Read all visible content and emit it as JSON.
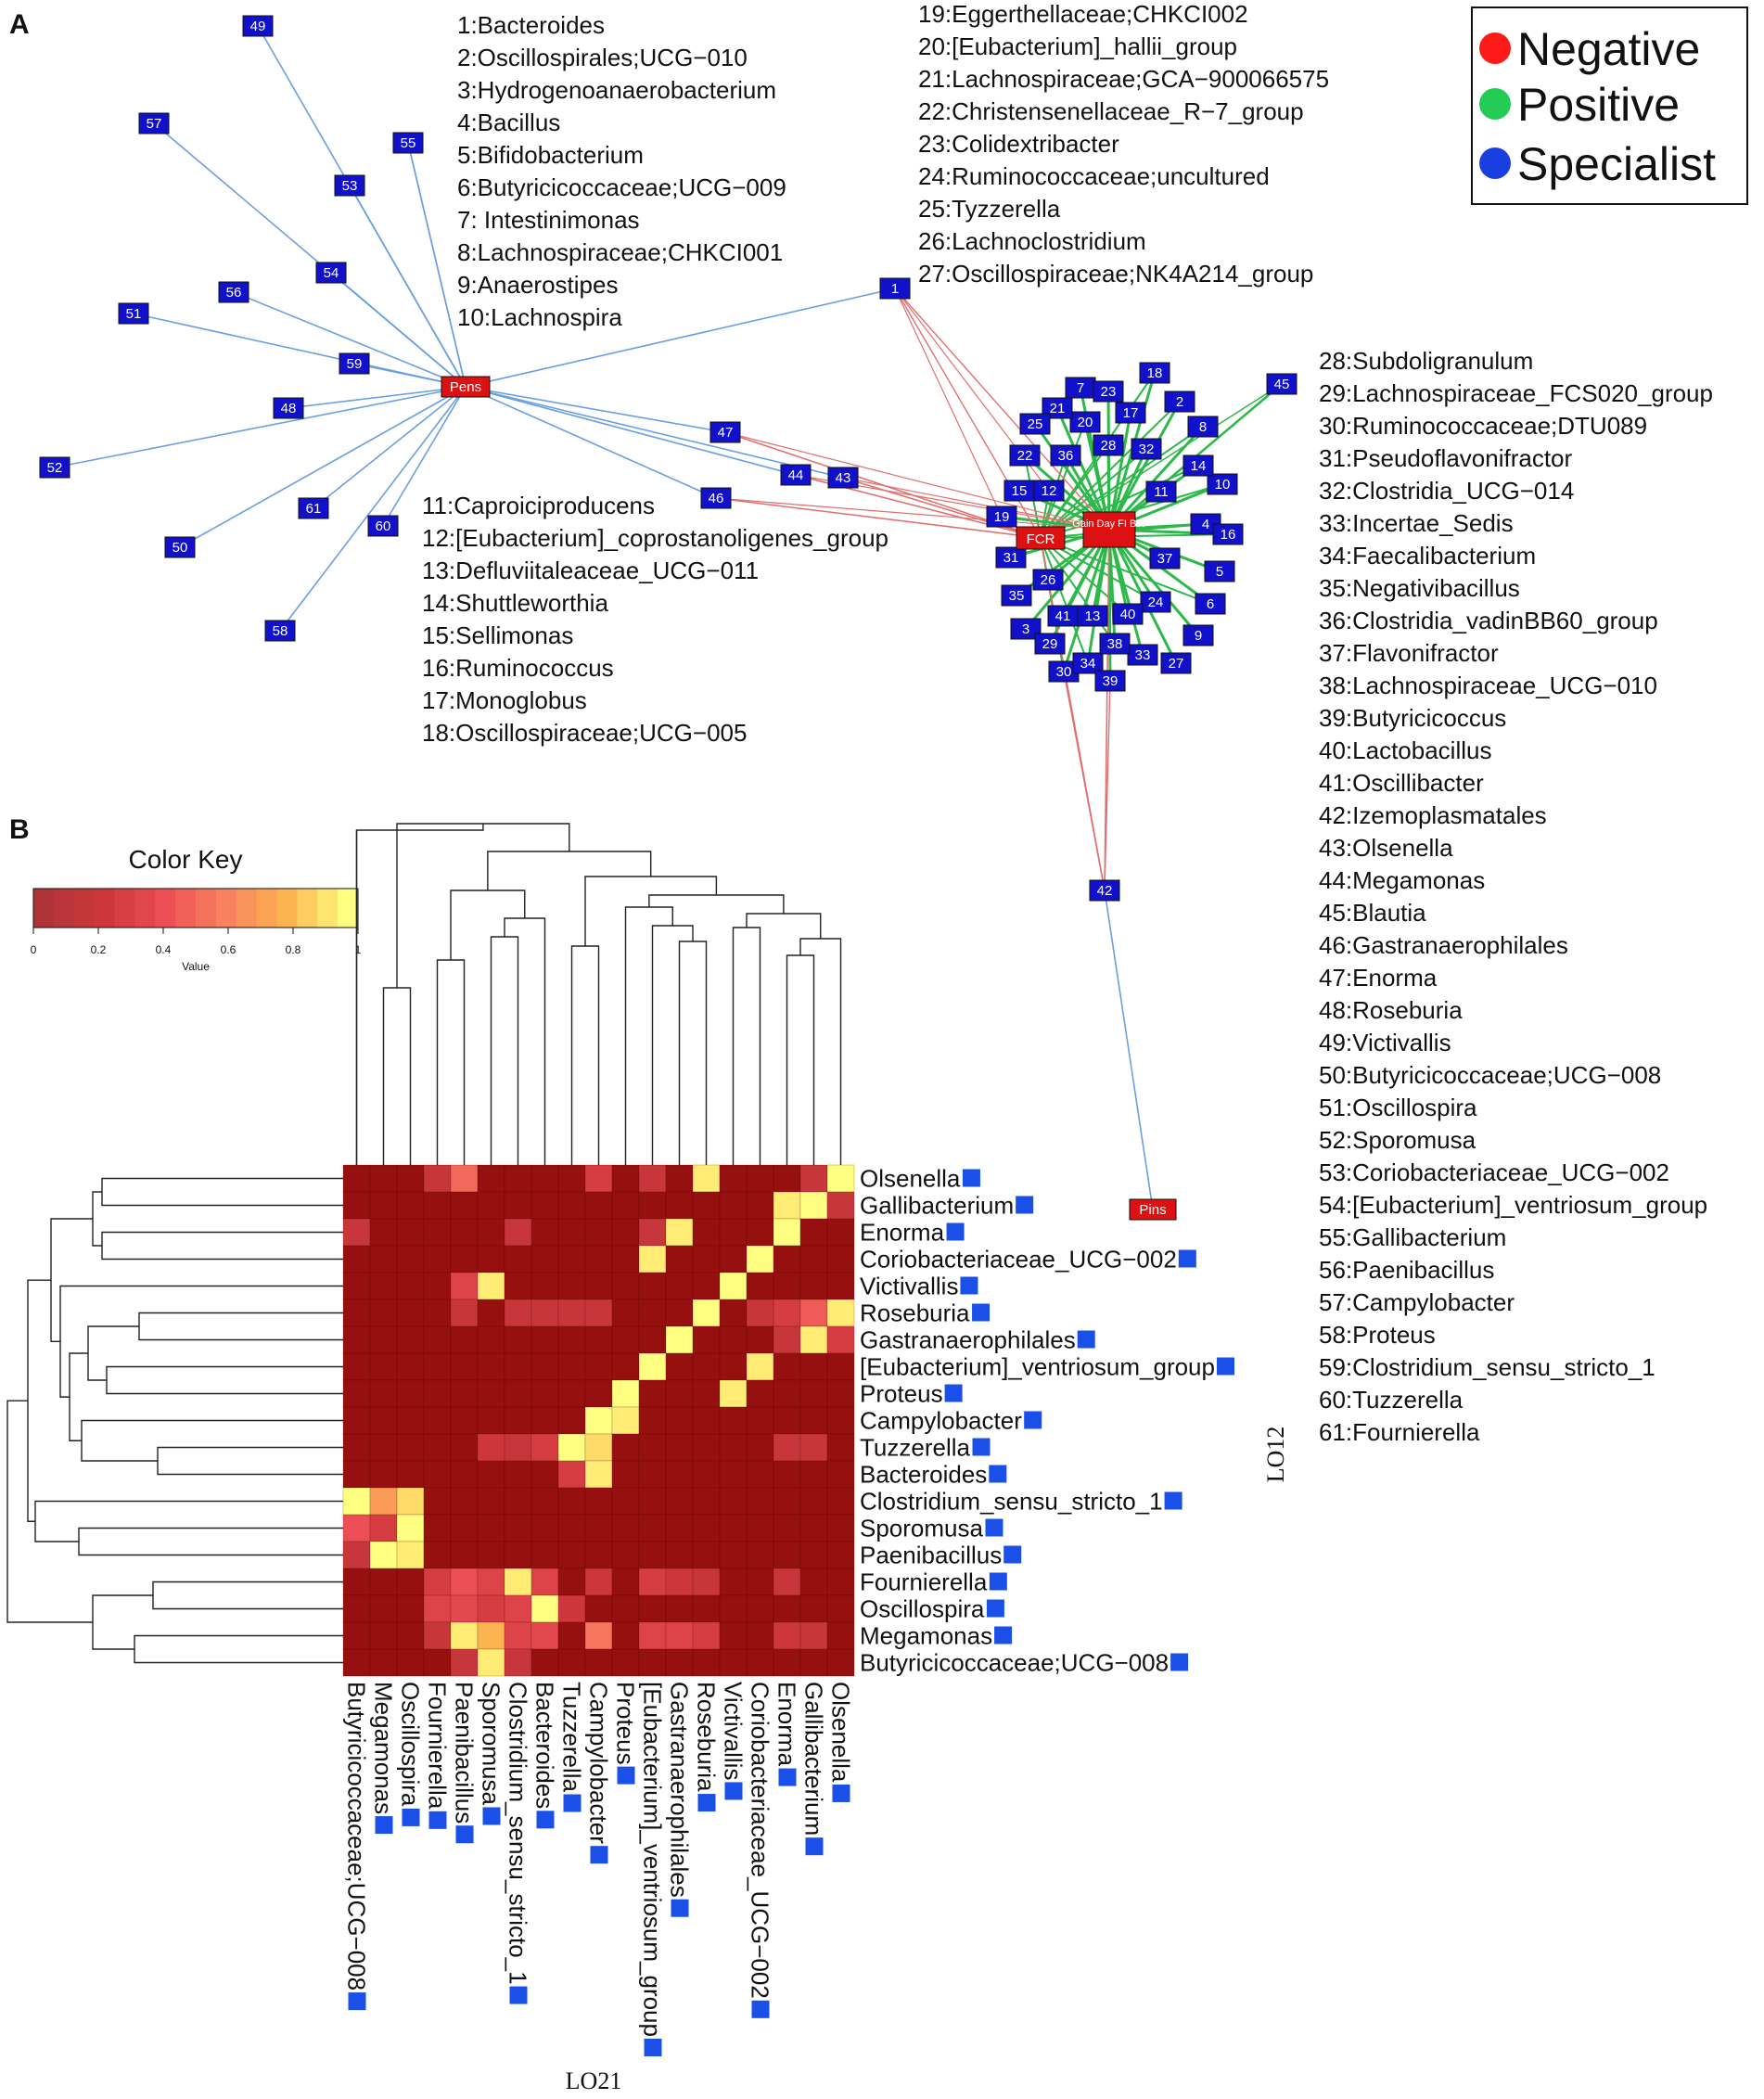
{
  "panels": {
    "a": "A",
    "b": "B"
  },
  "legend": {
    "items": [
      {
        "label": "Negative",
        "color": "#ff1a1a"
      },
      {
        "label": "Positive",
        "color": "#22cc55"
      },
      {
        "label": "Specialist",
        "color": "#1a3fe0"
      }
    ]
  },
  "network": {
    "hubs": [
      {
        "id": "pens",
        "label": "Pens"
      },
      {
        "id": "pins",
        "label": "Pins"
      },
      {
        "id": "fcr",
        "label": "FCR"
      },
      {
        "id": "gain",
        "label": "Gain Day FI BW"
      }
    ],
    "edge_colors": {
      "specialist": "#6a9fe0",
      "negative": "#e07070",
      "positive": "#2db84a"
    }
  },
  "taxa_columns": [
    [
      "1:Bacteroides",
      "2:Oscillospirales;UCG−010",
      "3:Hydrogenoanaerobacterium",
      "4:Bacillus",
      "5:Bifidobacterium",
      "6:Butyricicoccaceae;UCG−009",
      "7: Intestinimonas",
      "8:Lachnospiraceae;CHKCI001",
      "9:Anaerostipes",
      "10:Lachnospira"
    ],
    [
      "11:Caproiciproducens",
      "12:[Eubacterium]_coprostanoligenes_group",
      "13:Defluviitaleaceae_UCG−011",
      "14:Shuttleworthia",
      "15:Sellimonas",
      "16:Ruminococcus",
      "17:Monoglobus",
      "18:Oscillospiraceae;UCG−005"
    ],
    [
      "19:Eggerthellaceae;CHKCI002",
      "20:[Eubacterium]_hallii_group",
      "21:Lachnospiraceae;GCA−900066575",
      "22:Christensenellaceae_R−7_group",
      "23:Colidextribacter",
      "24:Ruminococcaceae;uncultured",
      "25:Tyzzerella",
      "26:Lachnoclostridium",
      "27:Oscillospiraceae;NK4A214_group"
    ],
    [
      "28:Subdoligranulum",
      "29:Lachnospiraceae_FCS020_group",
      "30:Ruminococcaceae;DTU089",
      "31:Pseudoflavonifractor",
      "32:Clostridia_UCG−014",
      "33:Incertae_Sedis",
      "34:Faecalibacterium",
      "35:Negativibacillus",
      "36:Clostridia_vadinBB60_group",
      "37:Flavonifractor",
      "38:Lachnospiraceae_UCG−010",
      "39:Butyricicoccus",
      "40:Lactobacillus",
      "41:Oscillibacter",
      "42:Izemoplasmatales",
      "43:Olsenella",
      "44:Megamonas",
      "45:Blautia",
      "46:Gastranaerophilales",
      "47:Enorma",
      "48:Roseburia",
      "49:Victivallis",
      "50:Butyricicoccaceae;UCG−008",
      "51:Oscillospira",
      "52:Sporomusa",
      "53:Coriobacteriaceae_UCG−002",
      "54:[Eubacterium]_ventriosum_group",
      "55:Gallibacterium",
      "56:Paenibacillus",
      "57:Campylobacter",
      "58:Proteus",
      "59:Clostridium_sensu_stricto_1",
      "60:Tuzzerella",
      "61:Fournierella"
    ]
  ],
  "color_key": {
    "title": "Color Key",
    "ticks": [
      "0",
      "0.2",
      "0.4",
      "0.6",
      "0.8",
      "1"
    ],
    "value_label": "Value"
  },
  "heatmap": {
    "row_axis_title": "LO12",
    "col_axis_title": "LO21",
    "rows": [
      "Olsenella",
      "Gallibacterium",
      "Enorma",
      "Coriobacteriaceae_UCG−002",
      "Victivallis",
      "Roseburia",
      "Gastranaerophilales",
      "[Eubacterium]_ventriosum_group",
      "Proteus",
      "Campylobacter",
      "Tuzzerella",
      "Bacteroides",
      "Clostridium_sensu_stricto_1",
      "Sporomusa",
      "Paenibacillus",
      "Fournierella",
      "Oscillospira",
      "Megamonas",
      "Butyricicoccaceae;UCG−008"
    ],
    "cols": [
      "Butyricicoccaceae;UCG−008",
      "Megamonas",
      "Oscillospira",
      "Fournierella",
      "Paenibacillus",
      "Sporomusa",
      "Clostridium_sensu_stricto_1",
      "Bacteroides",
      "Tuzzerella",
      "Campylobacter",
      "Proteus",
      "[Eubacterium]_ventriosum_group",
      "Gastranaerophilales",
      "Roseburia",
      "Victivallis",
      "Coriobacteriaceae_UCG−002",
      "Enorma",
      "Gallibacterium",
      "Olsenella"
    ]
  },
  "chart_data": {
    "type": "heatmap",
    "x_categories": [
      "Butyricicoccaceae;UCG−008",
      "Megamonas",
      "Oscillospira",
      "Fournierella",
      "Paenibacillus",
      "Sporomusa",
      "Clostridium_sensu_stricto_1",
      "Bacteroides",
      "Tuzzerella",
      "Campylobacter",
      "Proteus",
      "[Eubacterium]_ventriosum_group",
      "Gastranaerophilales",
      "Roseburia",
      "Victivallis",
      "Coriobacteriaceae_UCG−002",
      "Enorma",
      "Gallibacterium",
      "Olsenella"
    ],
    "y_categories": [
      "Olsenella",
      "Gallibacterium",
      "Enorma",
      "Coriobacteriaceae_UCG−002",
      "Victivallis",
      "Roseburia",
      "Gastranaerophilales",
      "[Eubacterium]_ventriosum_group",
      "Proteus",
      "Campylobacter",
      "Tuzzerella",
      "Bacteroides",
      "Clostridium_sensu_stricto_1",
      "Sporomusa",
      "Paenibacillus",
      "Fournierella",
      "Oscillospira",
      "Megamonas",
      "Butyricicoccaceae;UCG−008"
    ],
    "xlabel": "LO21",
    "ylabel": "LO12",
    "value_range": [
      0,
      1
    ],
    "values": [
      [
        0.02,
        0.02,
        0.05,
        0.15,
        0.5,
        0.1,
        0.1,
        0.05,
        0.05,
        0.25,
        0.05,
        0.15,
        0.1,
        0.95,
        0.1,
        0.05,
        0.1,
        0.15,
        1.0
      ],
      [
        0.02,
        0.02,
        0.02,
        0.05,
        0.08,
        0.05,
        0.05,
        0.05,
        0.05,
        0.1,
        0.05,
        0.05,
        0.05,
        0.05,
        0.05,
        0.05,
        0.95,
        1.0,
        0.15
      ],
      [
        0.15,
        0.02,
        0.05,
        0.1,
        0.1,
        0.05,
        0.15,
        0.1,
        0.1,
        0.1,
        0.05,
        0.15,
        0.95,
        0.05,
        0.05,
        0.05,
        1.0,
        0.1,
        0.1
      ],
      [
        0.02,
        0.02,
        0.02,
        0.05,
        0.05,
        0.05,
        0.05,
        0.05,
        0.05,
        0.05,
        0.05,
        0.95,
        0.05,
        0.05,
        0.05,
        1.0,
        0.05,
        0.05,
        0.05
      ],
      [
        0.02,
        0.02,
        0.02,
        0.05,
        0.3,
        0.95,
        0.1,
        0.1,
        0.1,
        0.1,
        0.05,
        0.05,
        0.05,
        0.05,
        1.0,
        0.05,
        0.05,
        0.05,
        0.05
      ],
      [
        0.02,
        0.02,
        0.05,
        0.1,
        0.15,
        0.1,
        0.15,
        0.15,
        0.15,
        0.15,
        0.05,
        0.05,
        0.1,
        1.0,
        0.1,
        0.15,
        0.25,
        0.45,
        0.95
      ],
      [
        0.02,
        0.02,
        0.02,
        0.05,
        0.05,
        0.05,
        0.05,
        0.05,
        0.05,
        0.1,
        0.05,
        0.05,
        1.0,
        0.1,
        0.05,
        0.1,
        0.15,
        0.95,
        0.25
      ],
      [
        0.02,
        0.02,
        0.02,
        0.05,
        0.05,
        0.05,
        0.05,
        0.05,
        0.05,
        0.1,
        0.05,
        1.0,
        0.05,
        0.05,
        0.05,
        0.95,
        0.1,
        0.1,
        0.1
      ],
      [
        0.02,
        0.02,
        0.02,
        0.05,
        0.05,
        0.05,
        0.05,
        0.05,
        0.05,
        0.1,
        1.0,
        0.05,
        0.05,
        0.05,
        0.95,
        0.05,
        0.05,
        0.05,
        0.05
      ],
      [
        0.02,
        0.02,
        0.02,
        0.05,
        0.05,
        0.05,
        0.05,
        0.05,
        0.05,
        1.0,
        0.95,
        0.05,
        0.05,
        0.05,
        0.05,
        0.05,
        0.05,
        0.05,
        0.05
      ],
      [
        0.02,
        0.02,
        0.05,
        0.05,
        0.1,
        0.2,
        0.15,
        0.25,
        1.0,
        0.9,
        0.05,
        0.05,
        0.1,
        0.05,
        0.05,
        0.1,
        0.15,
        0.15,
        0.1
      ],
      [
        0.02,
        0.02,
        0.02,
        0.05,
        0.05,
        0.05,
        0.05,
        0.1,
        0.25,
        0.95,
        0.05,
        0.05,
        0.05,
        0.05,
        0.05,
        0.05,
        0.05,
        0.05,
        0.05
      ],
      [
        1.0,
        0.7,
        0.9,
        0.05,
        0.05,
        0.05,
        0.05,
        0.05,
        0.05,
        0.05,
        0.05,
        0.05,
        0.05,
        0.1,
        0.05,
        0.05,
        0.1,
        0.05,
        0.05
      ],
      [
        0.4,
        0.25,
        1.0,
        0.05,
        0.05,
        0.05,
        0.05,
        0.05,
        0.05,
        0.05,
        0.05,
        0.05,
        0.05,
        0.05,
        0.05,
        0.05,
        0.05,
        0.05,
        0.05
      ],
      [
        0.15,
        1.0,
        0.95,
        0.05,
        0.05,
        0.05,
        0.05,
        0.05,
        0.05,
        0.05,
        0.05,
        0.05,
        0.05,
        0.05,
        0.05,
        0.05,
        0.05,
        0.05,
        0.05
      ],
      [
        0.02,
        0.02,
        0.1,
        0.25,
        0.4,
        0.3,
        0.95,
        0.3,
        0.1,
        0.2,
        0.05,
        0.25,
        0.2,
        0.15,
        0.1,
        0.1,
        0.15,
        0.1,
        0.1
      ],
      [
        0.02,
        0.02,
        0.05,
        0.3,
        0.35,
        0.25,
        0.3,
        1.0,
        0.2,
        0.1,
        0.05,
        0.1,
        0.1,
        0.1,
        0.05,
        0.05,
        0.1,
        0.1,
        0.05
      ],
      [
        0.02,
        0.02,
        0.05,
        0.15,
        0.95,
        0.8,
        0.3,
        0.35,
        0.1,
        0.55,
        0.05,
        0.3,
        0.3,
        0.25,
        0.05,
        0.1,
        0.2,
        0.15,
        0.1
      ],
      [
        0.02,
        0.02,
        0.02,
        0.05,
        0.15,
        0.95,
        0.15,
        0.1,
        0.05,
        0.1,
        0.05,
        0.1,
        0.05,
        0.05,
        0.05,
        0.05,
        0.05,
        0.05,
        0.05
      ]
    ]
  }
}
